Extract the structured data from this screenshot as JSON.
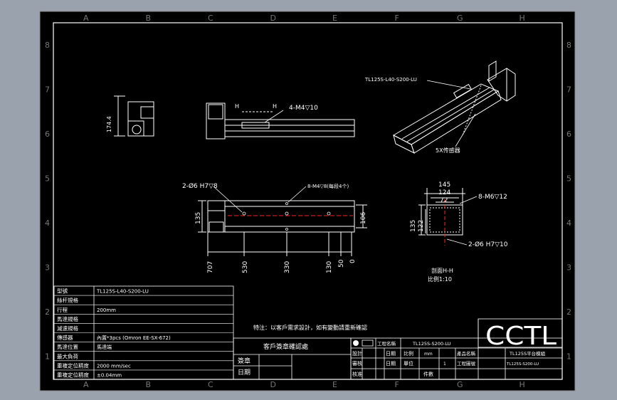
{
  "frame": {
    "columns": [
      "A",
      "B",
      "C",
      "D",
      "E",
      "F",
      "G",
      "H"
    ],
    "rows": [
      "8",
      "7",
      "6",
      "5",
      "4",
      "3",
      "2",
      "1"
    ]
  },
  "views": {
    "iso_label": "TL125S-L40-S200-LU",
    "iso_note": "5X传感器",
    "top_callout": "4-M4▽10",
    "top_h_left": "H",
    "top_h_right": "H",
    "side_dim": "174.4",
    "front_hole_note": "2-Ø6 H7▽8",
    "front_tap_note": "8-M4▽8(每段4个)",
    "dims_bottom": [
      "707",
      "530",
      "330",
      "130",
      "50",
      "0"
    ],
    "dim_left": "135",
    "dim_right": "106",
    "section_dims": {
      "d145": "145",
      "d124": "124",
      "d72": "72",
      "tap": "8-M6▽12",
      "h135": "135",
      "h122": "122",
      "hole": "2-Ø6 H7▽10"
    },
    "section_title": "剖面H-H",
    "section_scale": "比例1:10"
  },
  "spec_table": [
    {
      "label": "型號",
      "value": "TL125S-L40-S200-LU"
    },
    {
      "label": "絲杆規格",
      "value": ""
    },
    {
      "label": "行程",
      "value": "200mm"
    },
    {
      "label": "馬達規格",
      "value": ""
    },
    {
      "label": "減速規格",
      "value": ""
    },
    {
      "label": "傳感器",
      "value": "內置*3pcs (Omron EE-SX-672)"
    },
    {
      "label": "馬達位置",
      "value": "馬達端"
    },
    {
      "label": "最大負荷",
      "value": ""
    },
    {
      "label": "重複定位精度",
      "value": "2000 mm/sec"
    },
    {
      "label": "重複定位精度",
      "value": "±0.04mm"
    }
  ],
  "notes": {
    "special": "特注：以客戶需求設計，如有變動請重新確認",
    "customer_confirm": "客戶簽章確認處",
    "sign": "簽章",
    "date": "日期"
  },
  "title_block": {
    "project_label": "工程名稱",
    "project_value": "TL125S-S200-LU",
    "brand": "CCTL",
    "product_label": "產品名稱",
    "product_value": "TL125S平台模組",
    "drawing_no_label": "工程圖號",
    "drawing_no_value": "TL125S-S200-LU",
    "scale_label": "比例",
    "unit_label": "單位",
    "unit_value": "mm",
    "sheets_label": "件數",
    "sheets_value": "1",
    "rows": [
      {
        "a": "設計",
        "b": "",
        "c": "日期"
      },
      {
        "a": "審核",
        "b": "",
        "c": "日期"
      },
      {
        "a": "核准",
        "b": "",
        "c": ""
      }
    ]
  },
  "colors": {
    "frame_bg": "#9aa3ad",
    "sheet": "#000000",
    "line": "#ffffff",
    "red": "#ff2222",
    "yellow": "#ffff00"
  }
}
